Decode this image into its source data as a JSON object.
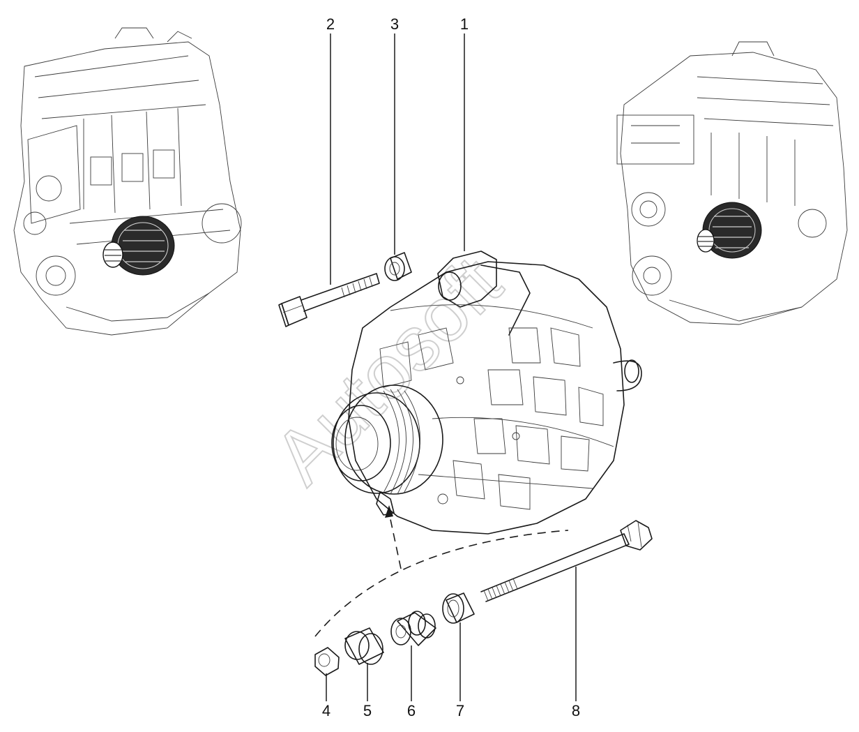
{
  "watermark": "Autosoft",
  "callouts": {
    "c1": "1",
    "c2": "2",
    "c3": "3",
    "c4": "4",
    "c5": "5",
    "c6": "6",
    "c7": "7",
    "c8": "8"
  }
}
